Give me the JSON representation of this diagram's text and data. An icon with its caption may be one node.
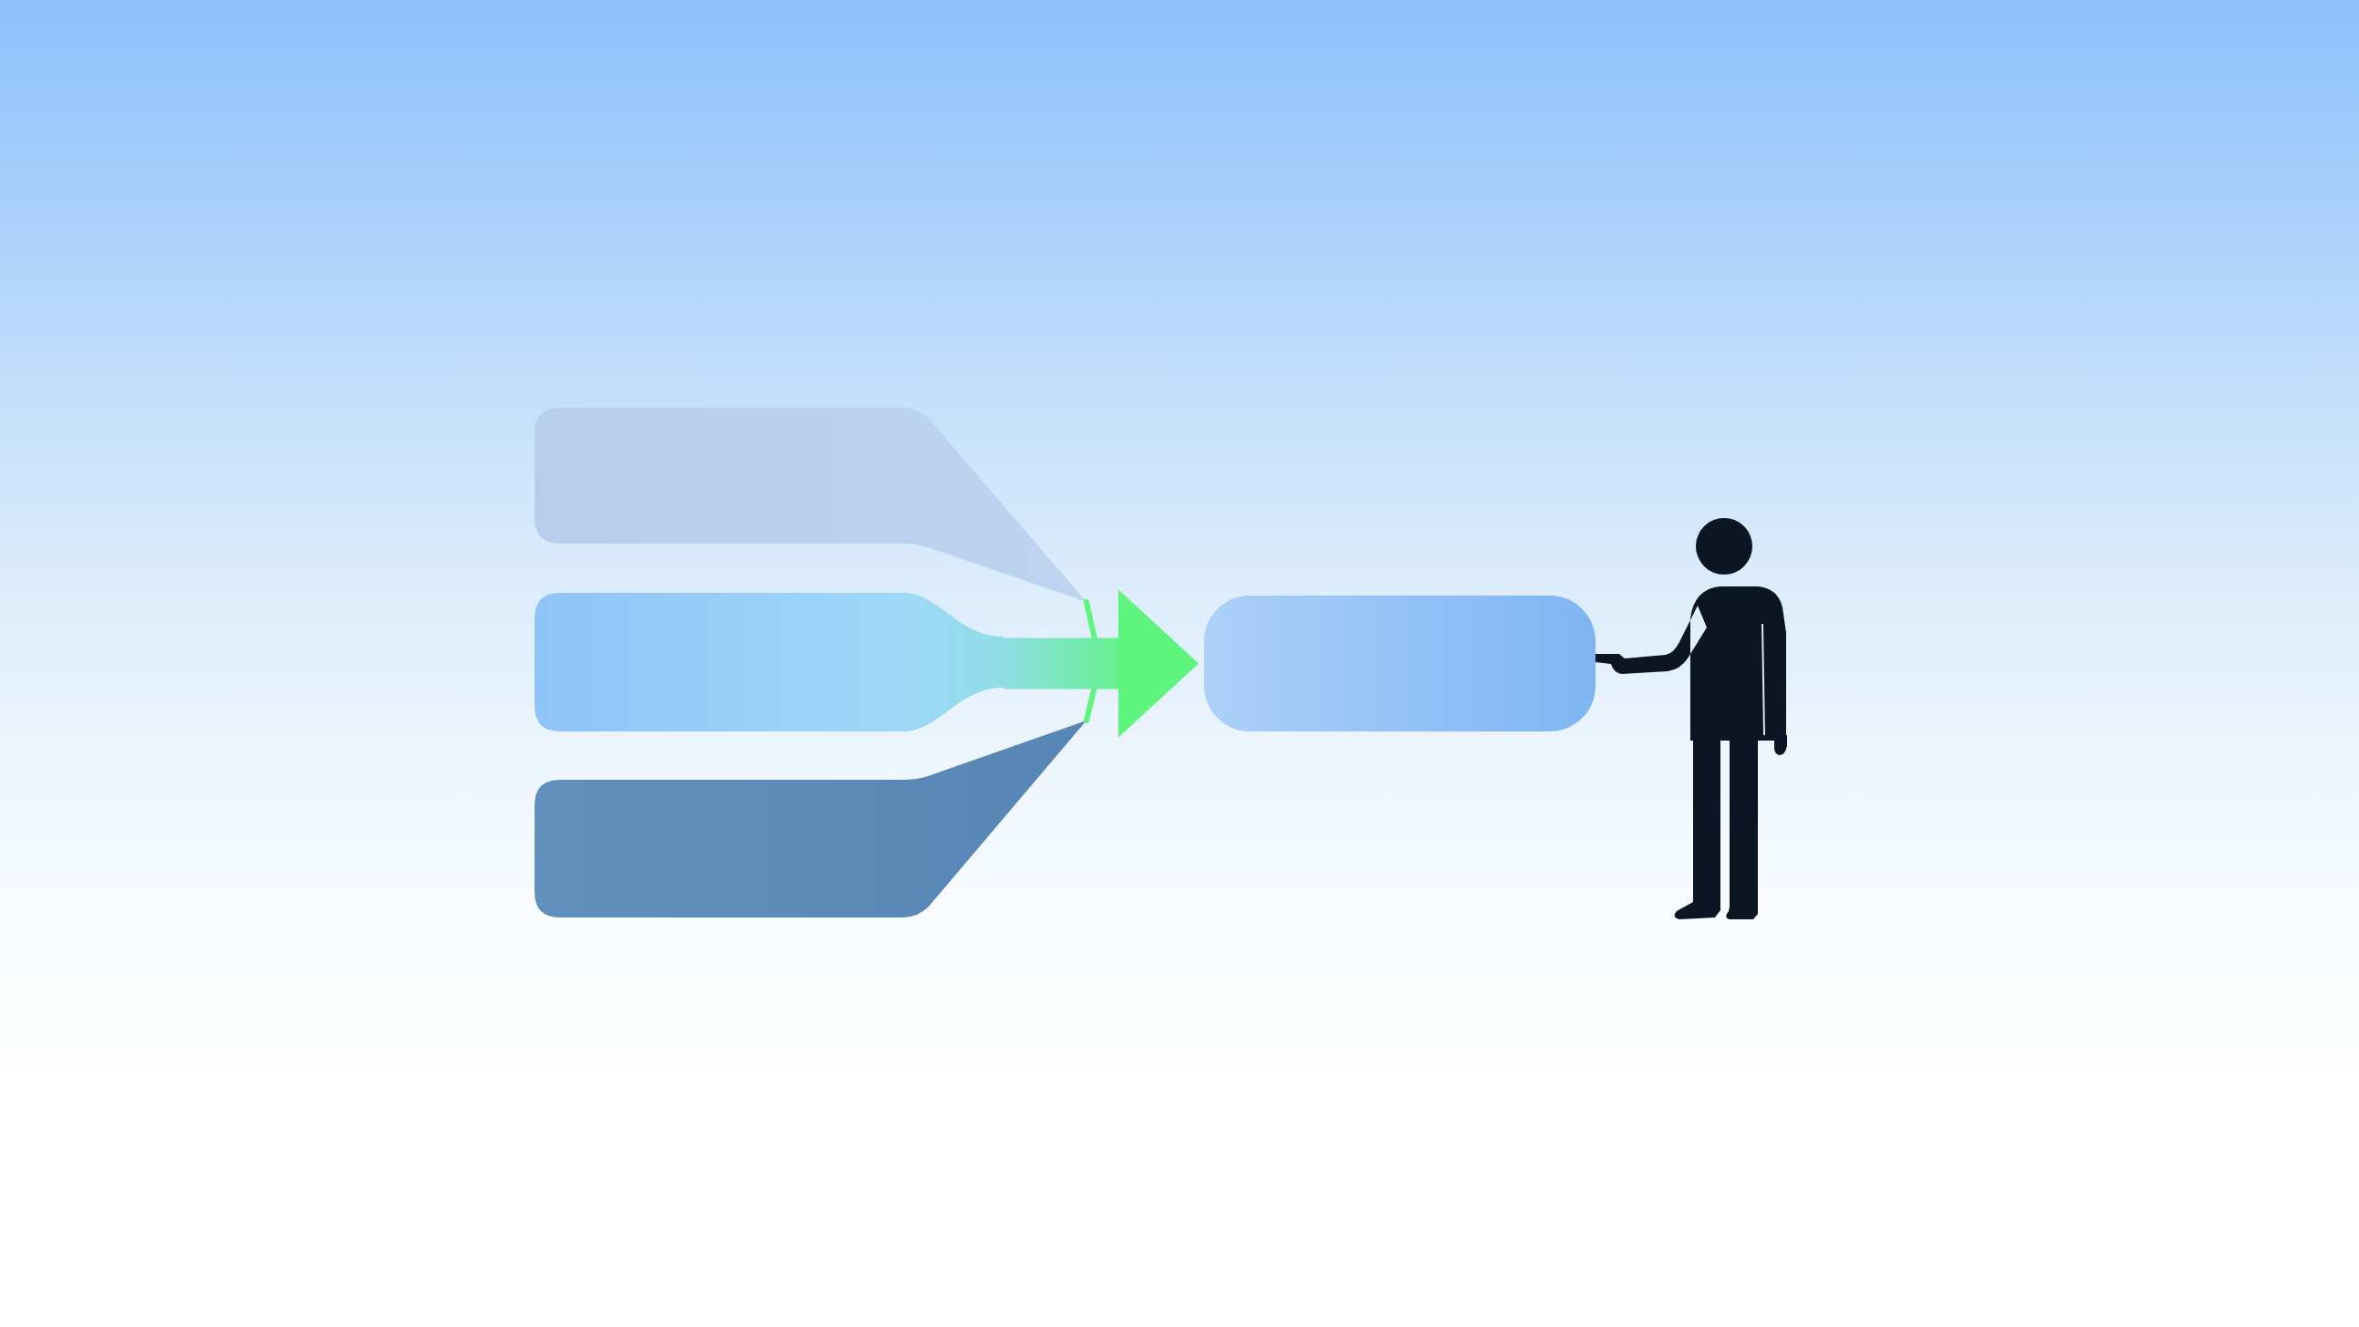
{
  "diagram": {
    "nodes": [
      {
        "text": [],
        "shape": "box"
      },
      {
        "text": [],
        "shape": "box"
      },
      {
        "text": [],
        "shape": "box"
      },
      {
        "text": [],
        "shape": "box"
      },
      {
        "text": [],
        "shape": "person"
      }
    ],
    "edges": [
      {
        "from": 0,
        "to": 3,
        "arrow": "to"
      },
      {
        "from": 1,
        "to": 3,
        "arrow": "to"
      },
      {
        "from": 2,
        "to": 3,
        "arrow": "to"
      }
    ]
  }
}
